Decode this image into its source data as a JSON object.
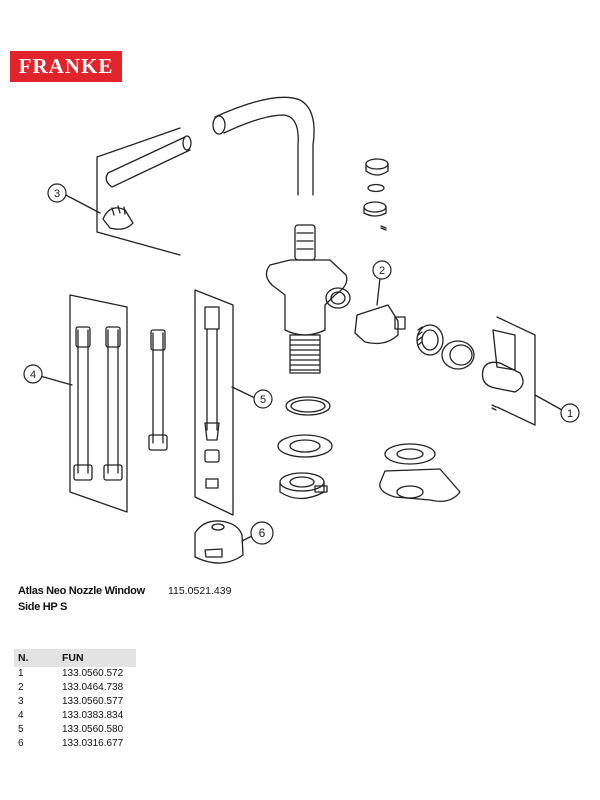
{
  "brand": {
    "logo_text": "FRANKE",
    "color": "#e1232b"
  },
  "callouts": [
    "1",
    "2",
    "3",
    "4",
    "5",
    "6"
  ],
  "product": {
    "name": "Atlas Neo Nozzle Window Side HP S",
    "code": "115.0521.439"
  },
  "parts_table": {
    "headers": {
      "number": "N.",
      "code": "FUN"
    },
    "rows": [
      {
        "number": "1",
        "code": "133.0560.572"
      },
      {
        "number": "2",
        "code": "133.0464.738"
      },
      {
        "number": "3",
        "code": "133.0560.577"
      },
      {
        "number": "4",
        "code": "133.0383.834"
      },
      {
        "number": "5",
        "code": "133.0560.580"
      },
      {
        "number": "6",
        "code": "133.0316.677"
      }
    ]
  }
}
